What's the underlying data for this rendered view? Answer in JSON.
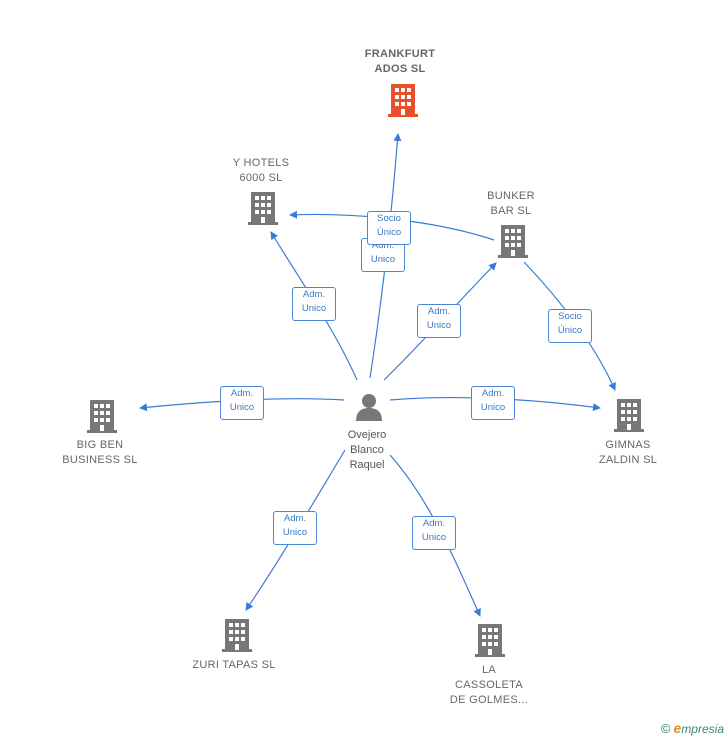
{
  "colors": {
    "edge": "#3a7bd5",
    "company_icon": "#777777",
    "highlight_icon": "#e8502a",
    "person_icon": "#777777"
  },
  "person": {
    "name_lines": [
      "Ovejero",
      "Blanco",
      "Raquel"
    ],
    "icon": "person-icon"
  },
  "companies": [
    {
      "id": "frankfurt",
      "lines": [
        "FRANKFURT",
        "ADOS  SL"
      ],
      "highlight": true,
      "icon": "building-icon"
    },
    {
      "id": "yhotels",
      "lines": [
        "Y HOTELS",
        "6000  SL"
      ],
      "icon": "building-icon"
    },
    {
      "id": "bunker",
      "lines": [
        "BUNKER",
        "BAR  SL"
      ],
      "icon": "building-icon"
    },
    {
      "id": "bigben",
      "lines": [
        "BIG BEN",
        "BUSINESS  SL"
      ],
      "icon": "building-icon"
    },
    {
      "id": "gimnas",
      "lines": [
        "GIMNAS",
        "ZALDIN  SL"
      ],
      "icon": "building-icon"
    },
    {
      "id": "zuri",
      "lines": [
        "ZURI TAPAS  SL"
      ],
      "icon": "building-icon"
    },
    {
      "id": "cassoleta",
      "lines": [
        "LA",
        "CASSOLETA",
        "DE GOLMES..."
      ],
      "icon": "building-icon"
    }
  ],
  "edges": [
    {
      "id": "person-frankfurt",
      "label": [
        "Adm.",
        "Unico"
      ]
    },
    {
      "id": "bunker-frankfurt",
      "label": [
        "Socio",
        "Único"
      ]
    },
    {
      "id": "person-yhotels",
      "label": [
        "Adm.",
        "Unico"
      ]
    },
    {
      "id": "person-bunker",
      "label": [
        "Adm.",
        "Unico"
      ]
    },
    {
      "id": "bunker-gimnas",
      "label": [
        "Socio",
        "Único"
      ]
    },
    {
      "id": "person-bigben",
      "label": [
        "Adm.",
        "Unico"
      ]
    },
    {
      "id": "person-gimnas",
      "label": [
        "Adm.",
        "Unico"
      ]
    },
    {
      "id": "person-zuri",
      "label": [
        "Adm.",
        "Unico"
      ]
    },
    {
      "id": "person-cassoleta",
      "label": [
        "Adm.",
        "Unico"
      ]
    }
  ],
  "footer": {
    "copyright": "©",
    "brand_initial": "e",
    "brand_rest": "mpresia"
  }
}
